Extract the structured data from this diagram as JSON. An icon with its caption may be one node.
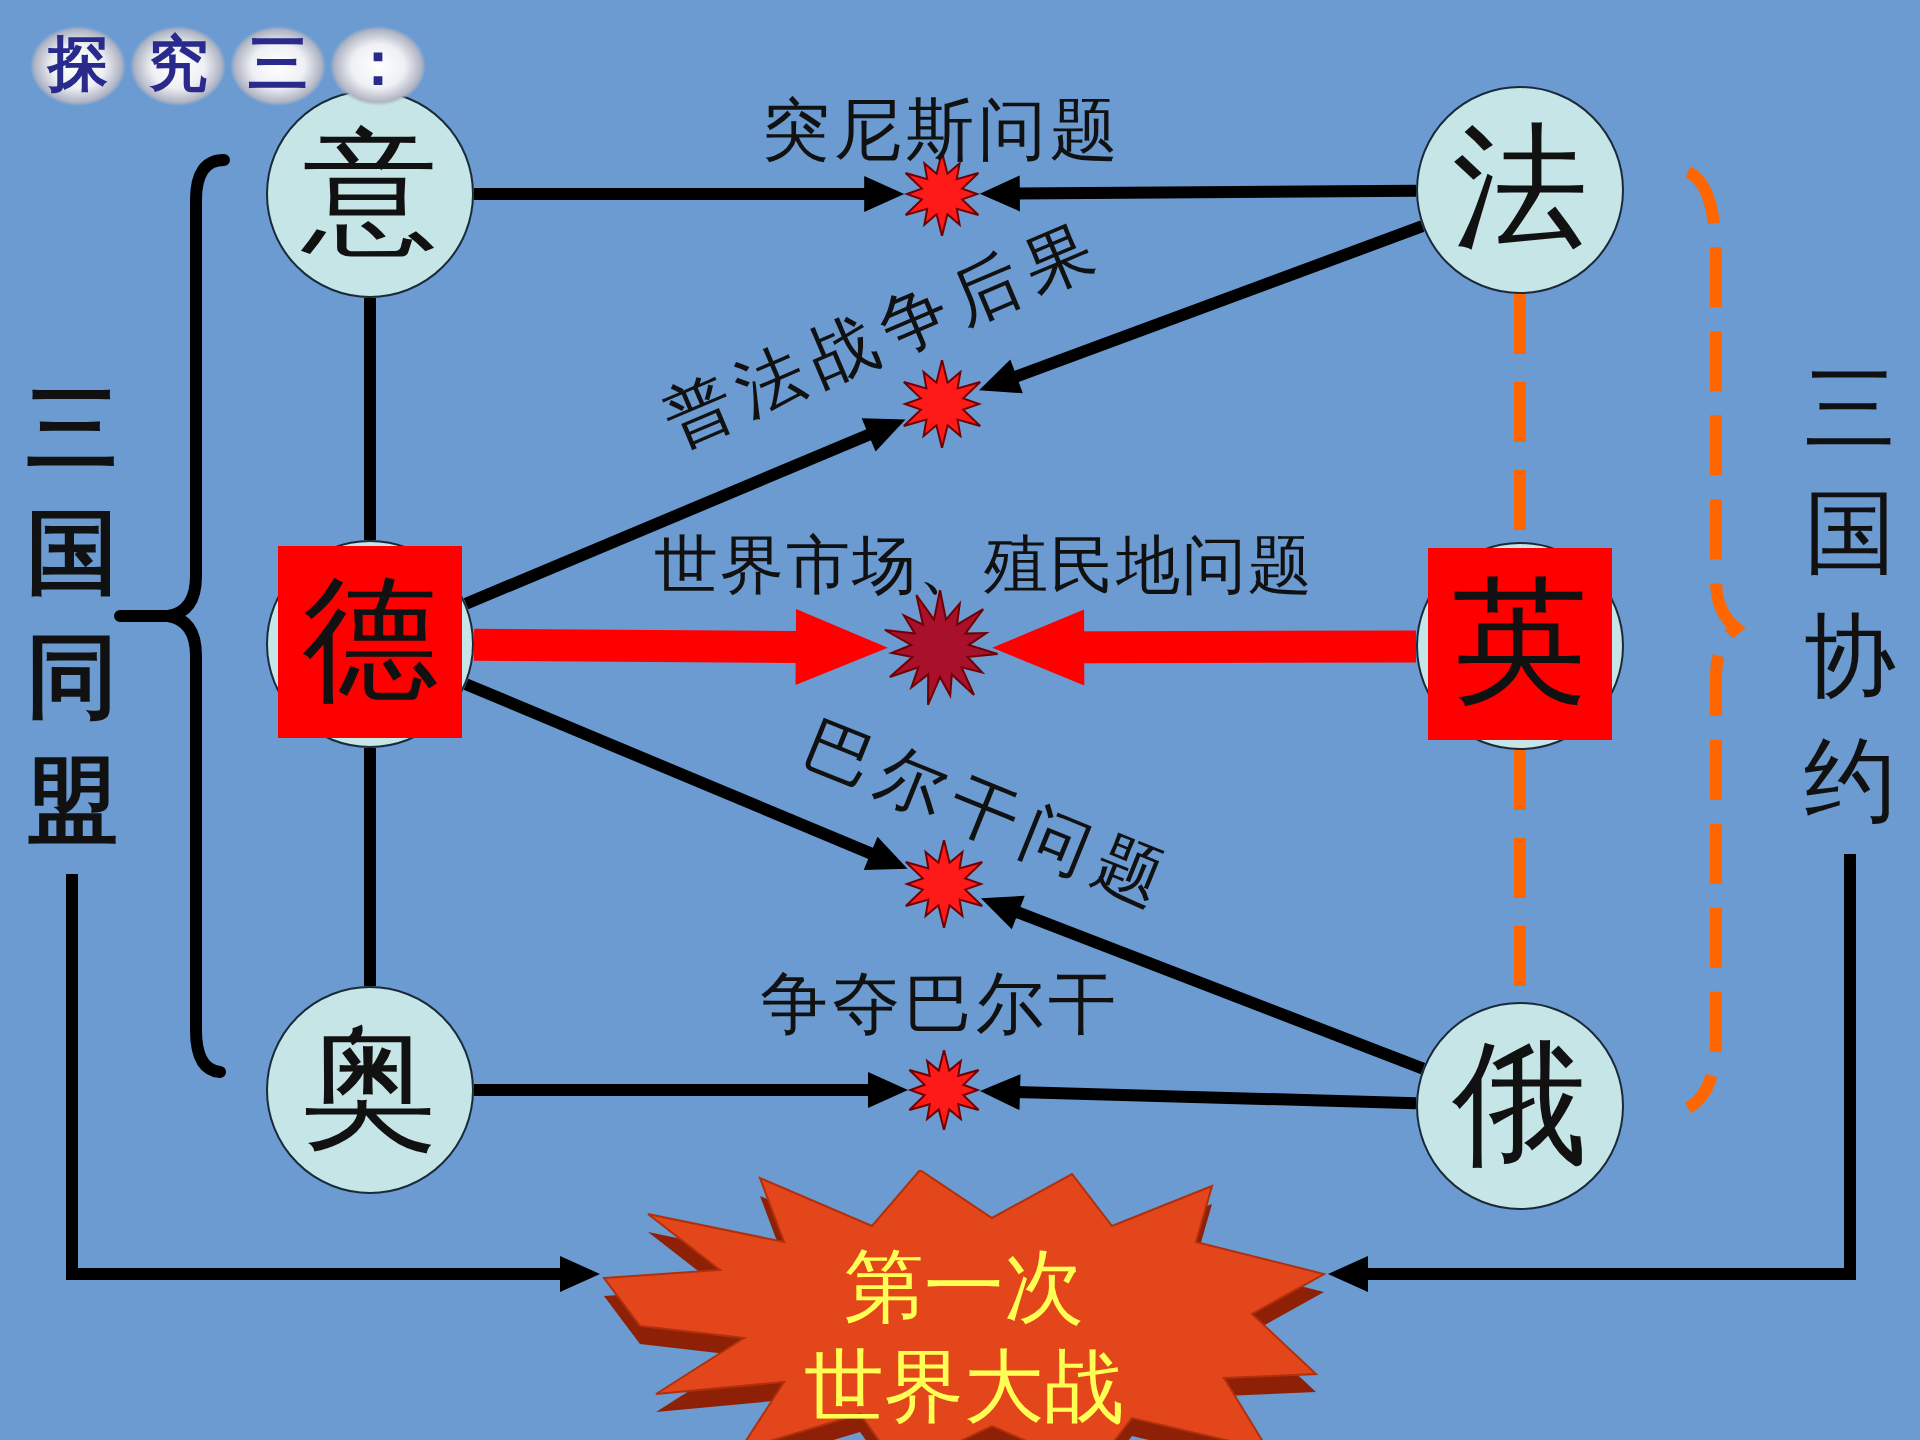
{
  "diagram": {
    "title": "探究三：",
    "nodes": [
      {
        "text": [
          "意"
        ]
      },
      {
        "text": [],
        "shape": "star",
        "beside": [
          "突尼斯问题"
        ]
      },
      {
        "text": [
          "法"
        ]
      },
      {
        "text": [],
        "shape": "star",
        "beside": [
          "普法战争后果"
        ]
      },
      {
        "text": [
          "三国同盟"
        ]
      },
      {
        "text": [
          "德"
        ]
      },
      {
        "text": [],
        "shape": "star",
        "beside": [
          "世界市场、殖民地问题"
        ]
      },
      {
        "text": [
          "英"
        ]
      },
      {
        "text": [
          "三国协约"
        ]
      },
      {
        "text": [],
        "shape": "star",
        "beside": [
          "巴尔干问题"
        ]
      },
      {
        "text": [
          "奥"
        ]
      },
      {
        "text": [],
        "shape": "star",
        "beside": [
          "争夺巴尔干"
        ]
      },
      {
        "text": [
          "俄"
        ]
      },
      {
        "text": [
          "第一次世界大战"
        ]
      }
    ],
    "edges": [
      {
        "from": 0,
        "to": 1,
        "arrow": "to"
      },
      {
        "from": 2,
        "to": 1,
        "arrow": "to"
      },
      {
        "from": 2,
        "to": 3,
        "arrow": "to"
      },
      {
        "from": 5,
        "to": 3,
        "arrow": "to"
      },
      {
        "from": 5,
        "to": 6,
        "arrow": "to",
        "style": "thick",
        "color": "#ff0000"
      },
      {
        "from": 7,
        "to": 6,
        "arrow": "to",
        "style": "thick",
        "color": "#ff0000"
      },
      {
        "from": 5,
        "to": 9,
        "arrow": "to"
      },
      {
        "from": 12,
        "to": 9,
        "arrow": "to"
      },
      {
        "from": 10,
        "to": 11,
        "arrow": "to"
      },
      {
        "from": 12,
        "to": 11,
        "arrow": "to"
      },
      {
        "from": 0,
        "to": 5,
        "arrow": "none"
      },
      {
        "from": 5,
        "to": 10,
        "arrow": "none"
      },
      {
        "from": 2,
        "to": 7,
        "arrow": "none",
        "style": "dashed",
        "color": "#ff6600"
      },
      {
        "from": 7,
        "to": 12,
        "arrow": "none",
        "style": "dashed",
        "color": "#ff6600"
      },
      {
        "from": 4,
        "to": 13,
        "arrow": "to"
      },
      {
        "from": 8,
        "to": 13,
        "arrow": "to"
      }
    ]
  }
}
